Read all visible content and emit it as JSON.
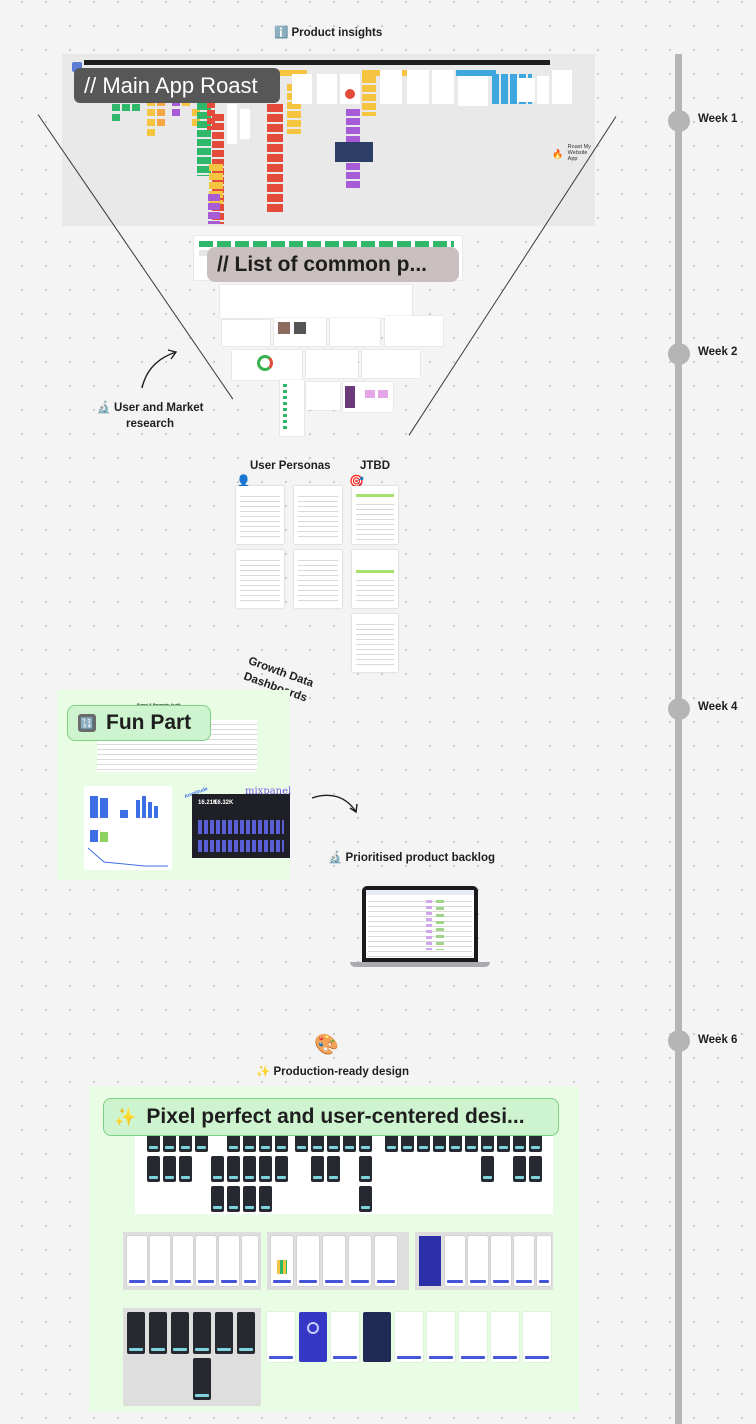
{
  "sections": {
    "product_insights": "ℹ️ Product insights",
    "main_app_roast": "// Main App Roast",
    "list_common": "// List of common p...",
    "user_market_research": "🔬 User and Market research",
    "user_personas": "User Personas",
    "jtbd": "JTBD",
    "growth_data": "Growth Data Dashboards",
    "fun_part": "Fun Part",
    "fun_part_emoji": "🔢",
    "prioritised_backlog": "🔬 Prioritised product backlog",
    "production_ready": "✨ Production-ready design",
    "pixel_perfect": "Pixel perfect and user-centered desi...",
    "pixel_perfect_emoji": "✨",
    "roast_badge": "Roast My Website App",
    "funnel_audit": "Event & Property Audit",
    "mixpanel_logo": "mixpanel",
    "amplitude_logo": "Amplitude",
    "metric_1": "16.21K",
    "metric_2": "16.32K"
  },
  "weeks": [
    "Week 1",
    "Week 2",
    "Week 4",
    "Week 6"
  ],
  "colors": {
    "timeline": "#b5b5b5",
    "green_section": "#e9fde4",
    "green_pill": "#cdf3cf",
    "dark_pill": "#575757",
    "gray_pill": "#c9bfbf"
  }
}
